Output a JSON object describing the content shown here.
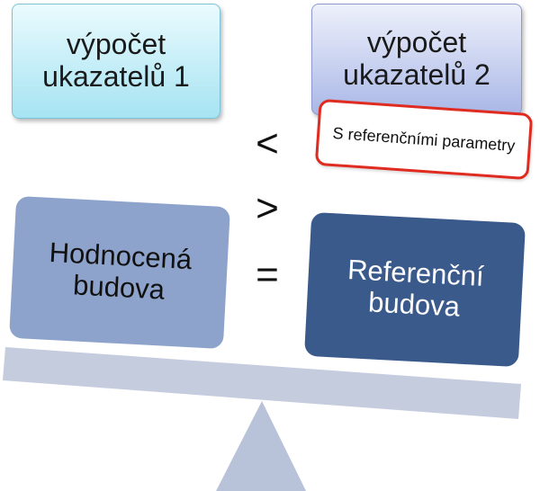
{
  "boxes": {
    "calc1": {
      "line1": "výpočet",
      "line2": "ukazatelů 1"
    },
    "calc2": {
      "line1": "výpočet",
      "line2": "ukazatelů 2"
    },
    "evaluated": {
      "line1": "Hodnocená",
      "line2": "budova"
    },
    "reference": {
      "line1": "Referenční",
      "line2": "budova"
    }
  },
  "tag": {
    "text": "S referenčními parametry"
  },
  "symbols": {
    "lt": "<",
    "gt": ">",
    "eq": "="
  },
  "colors": {
    "beam": "#c5ccde",
    "fulcrum": "#b8c2d8",
    "tag_border": "#e02b20",
    "evaluated_fill": "#8ea3cc",
    "reference_fill": "#3a5a8c"
  }
}
